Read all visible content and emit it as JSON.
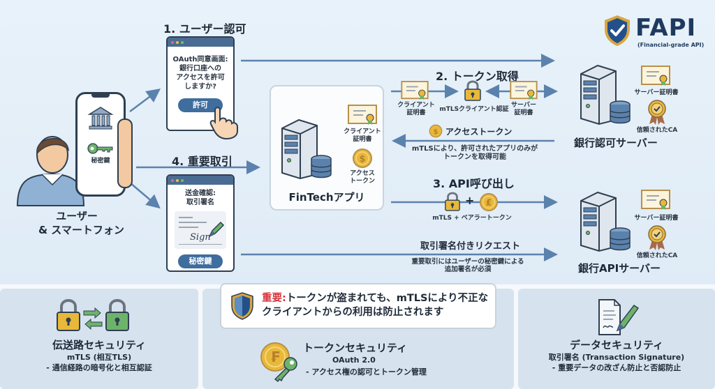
{
  "logo": {
    "title": "FAPI",
    "subtitle": "(Financial-grade API)",
    "icon": "shield-check-icon"
  },
  "user": {
    "label_line1": "ユーザー",
    "label_line2": "& スマートフォン",
    "phone_key_label": "秘密鍵",
    "icons": [
      "bank-icon",
      "key-icon",
      "person-icon",
      "smartphone-icon"
    ]
  },
  "step1": {
    "title": "1. ユーザー認可",
    "window_lines": [
      "OAuth同意画面:",
      "銀行口座への",
      "アクセスを許可",
      "しますか?"
    ],
    "button": "許可"
  },
  "step2": {
    "title": "2. トークン取得",
    "client_cert_line1": "クライアント",
    "client_cert_line2": "証明書",
    "mtls_label": "mTLSクライアント認証",
    "server_cert_line1": "サーバー",
    "server_cert_line2": "証明書",
    "access_token_label": "アクセストークン",
    "note_line1": "mTLSにより、許可されたアプリのみが",
    "note_line2": "トークンを取得可能"
  },
  "step3": {
    "title": "3. API呼び出し",
    "plus": "+",
    "label": "mTLS + ベアラートークン"
  },
  "step4": {
    "title": "4. 重要取引",
    "window_line1": "送金確認:",
    "window_line2": "取引署名",
    "sign_text": "Sign",
    "button": "秘密鍵"
  },
  "signed_request": {
    "title": "取引署名付きリクエスト",
    "note_line1": "重要取引にはユーザーの秘密鍵による",
    "note_line2": "追加署名が必須"
  },
  "fintech": {
    "label": "FinTechアプリ",
    "cert_line1": "クライアント",
    "cert_line2": "証明書",
    "token_line1": "アクセス",
    "token_line2": "トークン"
  },
  "auth_server": {
    "label": "銀行認可サーバー",
    "cert_label": "サーバー証明書",
    "ca_label": "信頼されたCA"
  },
  "api_server": {
    "label": "銀行APIサーバー",
    "cert_label": "サーバー証明書",
    "ca_label": "信頼されたCA"
  },
  "notice": {
    "emphasis": "重要:",
    "line1": "トークンが盗まれても、mTLSにより不正な",
    "line2": "クライアントからの利用は防止されます"
  },
  "panels": [
    {
      "title": "伝送路セキュリティ",
      "line1": "mTLS (相互TLS)",
      "line2": "- 通信経路の暗号化と相互認証"
    },
    {
      "title": "トークンセキュリティ",
      "line1": "OAuth 2.0",
      "line2": "- アクセス権の認可とトークン管理"
    },
    {
      "title": "データセキュリティ",
      "line1": "取引署名 (Transaction Signature)",
      "line2": "- 重要データの改ざん防止と否認防止"
    }
  ],
  "colors": {
    "navy": "#1f3a5f",
    "arrow": "#5b82ad",
    "button": "#3e6d9e",
    "gold": "#e8b83a",
    "green": "#6db36a",
    "red": "#d9323a"
  }
}
